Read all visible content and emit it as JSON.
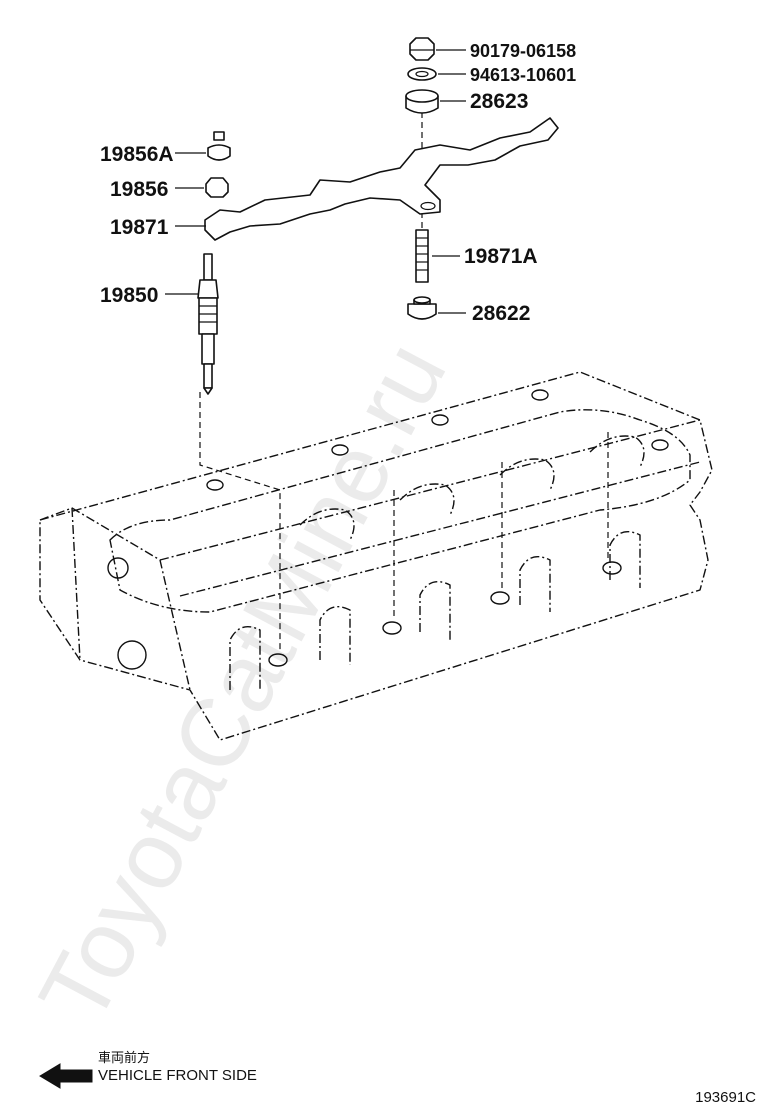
{
  "parts": [
    {
      "key": "p_90179_06158",
      "number": "90179-06158"
    },
    {
      "key": "p_94613_10601",
      "number": "94613-10601"
    },
    {
      "key": "p_28623",
      "number": "28623"
    },
    {
      "key": "p_19856A",
      "number": "19856A"
    },
    {
      "key": "p_19856",
      "number": "19856"
    },
    {
      "key": "p_19871",
      "number": "19871"
    },
    {
      "key": "p_19871A",
      "number": "19871A"
    },
    {
      "key": "p_19850",
      "number": "19850"
    },
    {
      "key": "p_28622",
      "number": "28622"
    }
  ],
  "watermark": "ToyotaCatMine.ru",
  "direction": {
    "label_jp": "車両前方",
    "label_en": "VEHICLE FRONT SIDE",
    "icon": "arrow-left-icon"
  },
  "illustration_code": "193691C",
  "colors": {
    "line": "#111111",
    "watermark": "#d8d8d8",
    "background": "#ffffff"
  }
}
